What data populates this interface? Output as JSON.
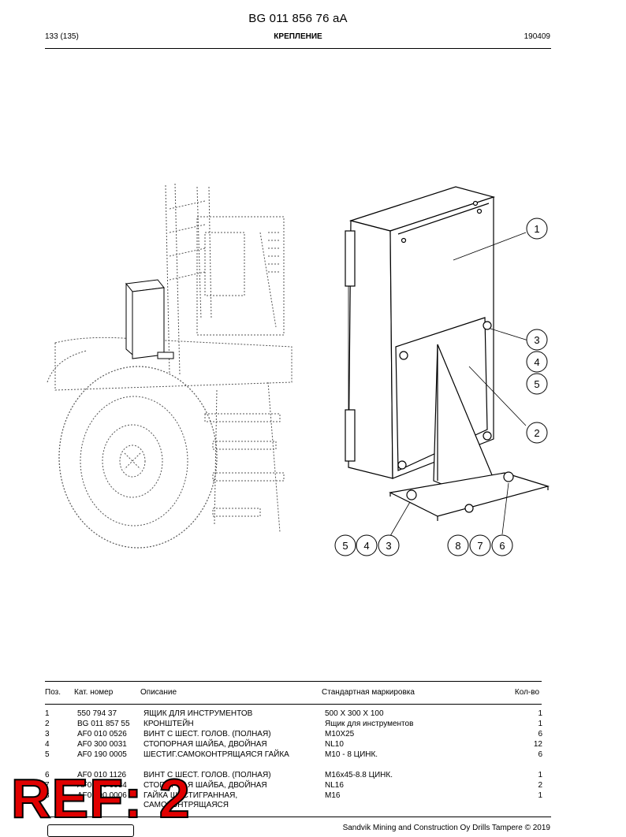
{
  "header": {
    "document_id": "BG 011 856 76 aA",
    "page": "133 (135)",
    "section": "КРЕПЛЕНИЕ",
    "date_code": "190409"
  },
  "callouts": {
    "c1": "1",
    "c2": "2",
    "c3": "3",
    "c4": "4",
    "c5": "5",
    "c3b": "3",
    "c4b": "4",
    "c5b": "5",
    "c6": "6",
    "c7": "7",
    "c8": "8"
  },
  "table": {
    "headers": {
      "pos": "Поз.",
      "cat": "Кат. номер",
      "desc": "Описание",
      "std": "Стандартная маркировка",
      "qty": "Кол-во"
    },
    "rows": [
      {
        "pos": "1",
        "cat": "550 794 37",
        "desc": "ЯЩИК ДЛЯ ИНСТРУМЕНТОВ",
        "std": "500 X 300 X 100",
        "qty": "1"
      },
      {
        "pos": "2",
        "cat": "BG 011 857 55",
        "desc": "КРОНШТЕЙН",
        "std": "Ящик для инструментов",
        "qty": "1"
      },
      {
        "pos": "3",
        "cat": "AF0 010 0526",
        "desc": "ВИНТ С ШЕСТ. ГОЛОВ. (ПОЛНАЯ)",
        "std": "M10X25",
        "qty": "6"
      },
      {
        "pos": "4",
        "cat": "AF0 300 0031",
        "desc": "СТОПОРНАЯ ШАЙБА, ДВОЙНАЯ",
        "std": "NL10",
        "qty": "12"
      },
      {
        "pos": "5",
        "cat": "AF0 190 0005",
        "desc": "ШЕСТИГ.САМОКОНТРЯЩАЯСЯ ГАЙКА",
        "std": "M10 - 8 ЦИНК.",
        "qty": "6"
      },
      {
        "pos": "6",
        "cat": "AF0 010 1126",
        "desc": "ВИНТ С ШЕСТ. ГОЛОВ. (ПОЛНАЯ)",
        "std": "M16x45-8.8 ЦИНК.",
        "qty": "1"
      },
      {
        "pos": "7",
        "cat": "AF0 300 0034",
        "desc": "СТОПОРНАЯ ШАЙБА, ДВОЙНАЯ",
        "std": "NL16",
        "qty": "2"
      },
      {
        "pos": "8",
        "cat": "AF0 190 0006",
        "desc": "ГАЙКА ШЕСТИГРАННАЯ,",
        "desc2": "САМОКОНТРЯЩАЯСЯ",
        "std": "M16",
        "qty": "1"
      }
    ]
  },
  "footer": {
    "copyright": "Sandvik Mining and Construction Oy Drills Tampere © 2019"
  },
  "stamp": {
    "label": "REF: 2"
  }
}
